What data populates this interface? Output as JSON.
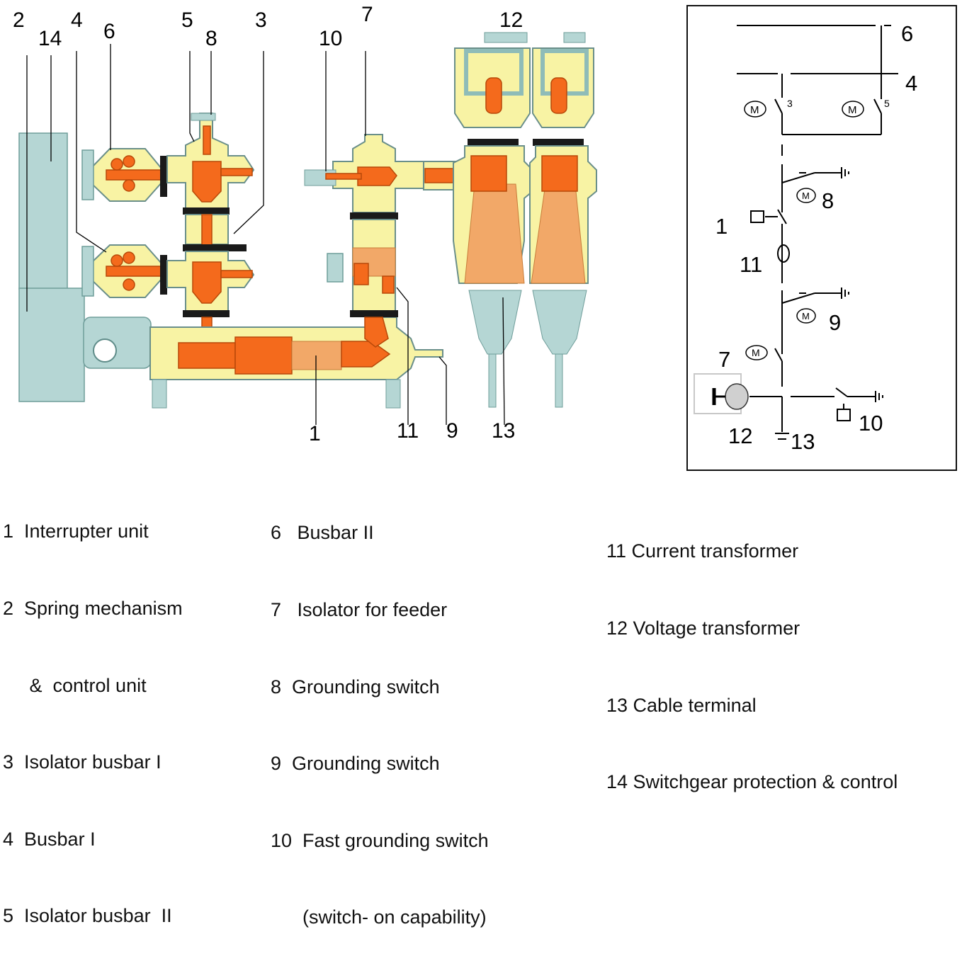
{
  "callouts": {
    "c2": "2",
    "c14": "14",
    "c4": "4",
    "c6": "6",
    "c5": "5",
    "c8": "8",
    "c3": "3",
    "c10": "10",
    "c7": "7",
    "c12": "12",
    "c1": "1",
    "c11": "11",
    "c9": "9",
    "c13": "13"
  },
  "schematic": {
    "l6": "6",
    "l4": "4",
    "l8": "8",
    "l1": "1",
    "l11": "11",
    "l9": "9",
    "l7": "7",
    "l12": "12",
    "l13": "13",
    "l10": "10",
    "m1": "M",
    "m2": "M",
    "m3": "M",
    "m4": "M",
    "m5": "M",
    "s3": "3",
    "s5": "5"
  },
  "legend": {
    "col1": [
      "1  Interrupter unit",
      "2  Spring mechanism",
      "     &  control unit",
      "3  Isolator busbar I",
      "4  Busbar I",
      "5  Isolator busbar  II"
    ],
    "col2": [
      "6   Busbar II",
      "7   Isolator for feeder",
      "8  Grounding switch",
      "9  Grounding switch",
      "10  Fast grounding switch",
      "      (switch- on capability)"
    ],
    "col3": [
      "11 Current transformer",
      "12 Voltage transformer",
      "13 Cable terminal",
      "14 Switchgear protection & control"
    ]
  },
  "colors": {
    "enclosure": "#f8f3a4",
    "conductor": "#f46a1c",
    "cone": "#f2a868",
    "housing": "#b5d6d4",
    "outline": "#2e7c7a"
  }
}
